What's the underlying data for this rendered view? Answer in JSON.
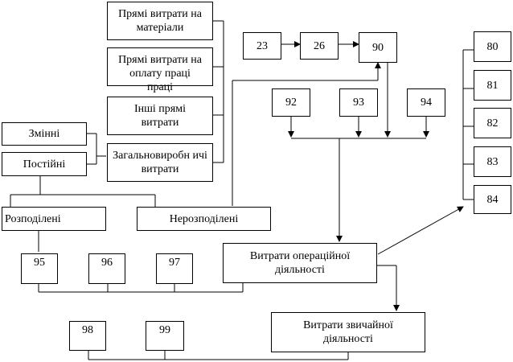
{
  "cost_items": {
    "direct_materials": "Прямі витрати на матеріали",
    "direct_labor_line1": "Прямі витрати на оплату праці",
    "direct_labor_line2": "праці",
    "other_direct": "Інші прямі витрати",
    "overhead": "Загальновиробн ичі витрати",
    "variable": "Змінні",
    "fixed": "Постійні",
    "allocated": "Розподілені",
    "unallocated": "Нерозподілені",
    "operating_costs": "Витрати операційної діяльності",
    "ordinary_costs": "Витрати звичайної діяльності"
  },
  "accounts": {
    "a23": "23",
    "a26": "26",
    "a90": "90",
    "a92": "92",
    "a93": "93",
    "a94": "94",
    "a95": "95",
    "a96": "96",
    "a97": "97",
    "a98": "98",
    "a99": "99",
    "a80": "80",
    "a81": "81",
    "a82": "82",
    "a83": "83",
    "a84": "84"
  }
}
